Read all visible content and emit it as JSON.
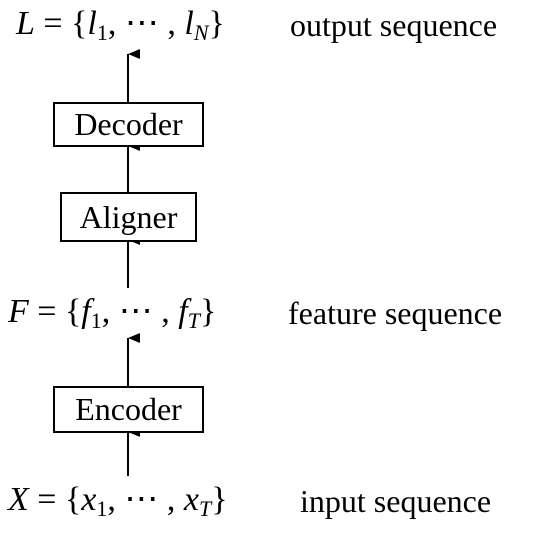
{
  "rows": {
    "output": {
      "variable": "L",
      "element": "l",
      "first_index": "1",
      "last_index": "N",
      "caption": "output sequence"
    },
    "feature": {
      "variable": "F",
      "element": "f",
      "first_index": "1",
      "last_index": "T",
      "caption": "feature sequence"
    },
    "input": {
      "variable": "X",
      "element": "x",
      "first_index": "1",
      "last_index": "T",
      "caption": "input sequence"
    }
  },
  "blocks": {
    "decoder": "Decoder",
    "aligner": "Aligner",
    "encoder": "Encoder"
  },
  "symbols": {
    "equals": " = {",
    "separator": ", ⋯ , ",
    "close": "}"
  }
}
